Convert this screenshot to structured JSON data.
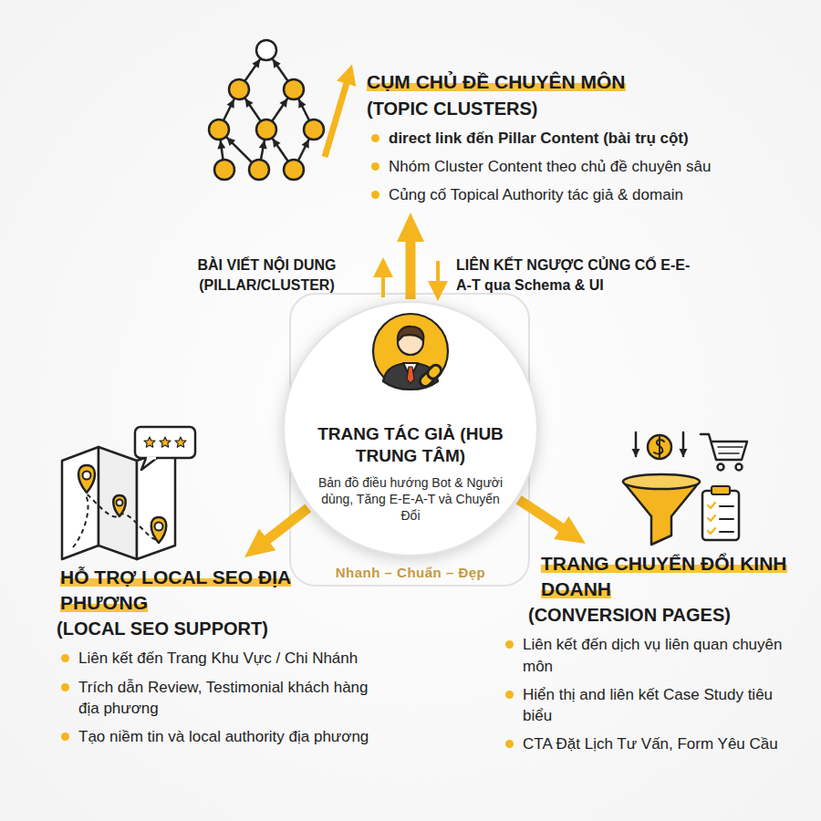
{
  "diagram": {
    "nodes": [
      {
        "text": [
          "CỤM CHỦ ĐỀ CHUYÊN MÔN",
          "(TOPIC CLUSTERS)",
          "direct link đến Pillar Content (bài trụ cột)",
          "Nhóm Cluster Content theo chủ đề chuyên sâu",
          "Củng cố Topical Authority tác giả & domain"
        ]
      },
      {
        "text": [
          "TRANG TÁC GIẢ (HUB TRUNG TÂM)",
          "Bản đồ điều hướng Bot & Người dùng, Tăng E-E-A-T và Chuyển Đổi"
        ]
      },
      {
        "text": [
          "HỖ TRỢ LOCAL SEO ĐỊA PHƯƠNG",
          "(LOCAL SEO SUPPORT)",
          "Liên kết đến Trang Khu Vực / Chi Nhánh",
          "Trích dẫn Review, Testimonial khách hàng địa phương",
          "Tạo niềm tin và local authority địa phương"
        ]
      },
      {
        "text": [
          "TRANG CHUYỂN ĐỔI KINH DOANH",
          "(CONVERSION PAGES)",
          "Liên kết đến dịch vụ liên quan chuyên môn",
          "Hiển thị and liên kết Case Study tiêu biểu",
          "CTA Đặt Lịch Tư Vấn, Form Yêu Cầu"
        ]
      }
    ],
    "edges": [
      {
        "from": 1,
        "to": 0,
        "arrow": "to"
      },
      {
        "from": 1,
        "to": 2,
        "arrow": "to"
      },
      {
        "from": 1,
        "to": 3,
        "arrow": "to"
      }
    ],
    "labels": [
      "BÀI VIẾT NỘI DUNG (PILLAR/CLUSTER)",
      "LIÊN KẾT NGƯỢC CỦNG CỐ E-E-A-T qua Schema & UI",
      "Nhanh – Chuẩn – Đẹp"
    ]
  }
}
